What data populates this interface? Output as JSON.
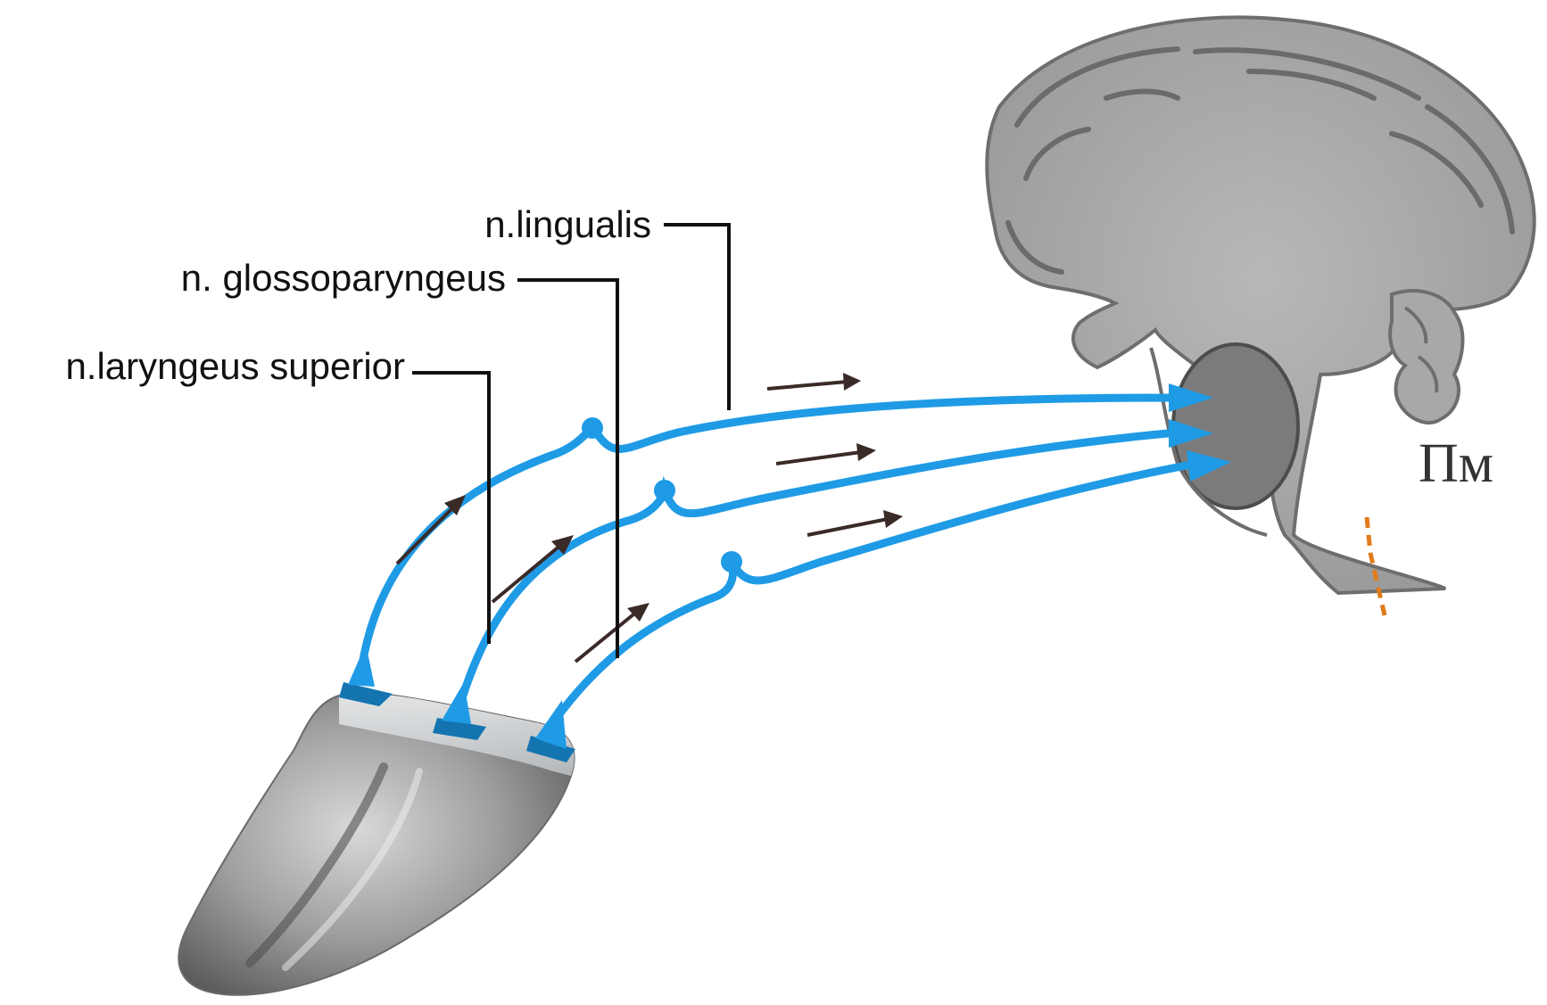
{
  "labels": {
    "lingualis": "n.lingualis",
    "glossopharyngeus": "n. glossoparyngeus",
    "laryngeus": "n.laryngeus superior"
  },
  "brain_label": "Пм",
  "colors": {
    "nerve": "#1f9be6",
    "nerve_end": "#1474b0",
    "leader": "#111111",
    "brain": "#8a8a8a",
    "brain_inner": "#a9a9a9",
    "arrow_small": "#3a2a28",
    "tract": "#e07a1a"
  },
  "icons": {
    "tongue": "tongue-illustration",
    "brain": "brain-sagittal-section",
    "arrow": "direction-arrow-icon"
  }
}
